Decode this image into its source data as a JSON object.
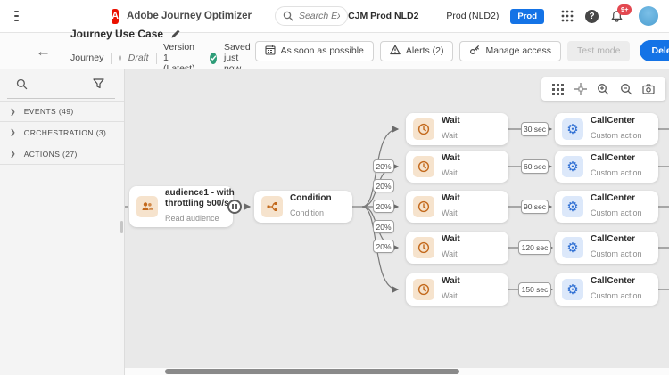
{
  "header": {
    "app_title": "Adobe Journey Optimizer",
    "search": {
      "placeholder": "Search Experience Cloud (⌘+/)"
    },
    "org_label": "CJM Prod NLD2",
    "sandbox_label": "Prod (NLD2)",
    "sandbox_badge": "Prod",
    "notification_badge": "9+",
    "help_glyph": "?"
  },
  "toolbar": {
    "journey_name": "Journey Use Case",
    "type_label": "Journey",
    "status_label": "Draft",
    "version_label": "Version 1 (Latest)",
    "saved_label": "Saved just now",
    "schedule_button": "As soon as possible",
    "alerts_button": "Alerts (2)",
    "manage_access_button": "Manage access",
    "test_mode_button": "Test mode",
    "delete_button": "Delete"
  },
  "sidebar": {
    "sections": [
      {
        "label": "EVENTS (49)"
      },
      {
        "label": "ORCHESTRATION (3)"
      },
      {
        "label": "ACTIONS (27)"
      }
    ]
  },
  "canvas": {
    "nodes": {
      "audience": {
        "title": "audience1 - with throttling 500/s",
        "subtitle": "Read audience"
      },
      "condition": {
        "title": "Condition",
        "subtitle": "Condition"
      },
      "wait": {
        "title": "Wait",
        "subtitle": "Wait"
      },
      "action": {
        "title": "CallCenter",
        "subtitle": "Custom action"
      }
    },
    "branches": [
      {
        "percent": "20%",
        "delay": "30 sec"
      },
      {
        "percent": "20%",
        "delay": "60 sec"
      },
      {
        "percent": "20%",
        "delay": "90 sec"
      },
      {
        "percent": "20%",
        "delay": "120 sec"
      },
      {
        "percent": "20%",
        "delay": "150 sec"
      }
    ],
    "action_gear_glyph": "⚙"
  },
  "colors": {
    "accent": "#1473e6",
    "badge-red": "#e34850",
    "success-green": "#2d9d78",
    "node-orange": "#c3691c",
    "node-orange-bg": "#f6e3cd",
    "node-blue": "#2f6fd3",
    "node-blue-bg": "#dce8fa"
  }
}
